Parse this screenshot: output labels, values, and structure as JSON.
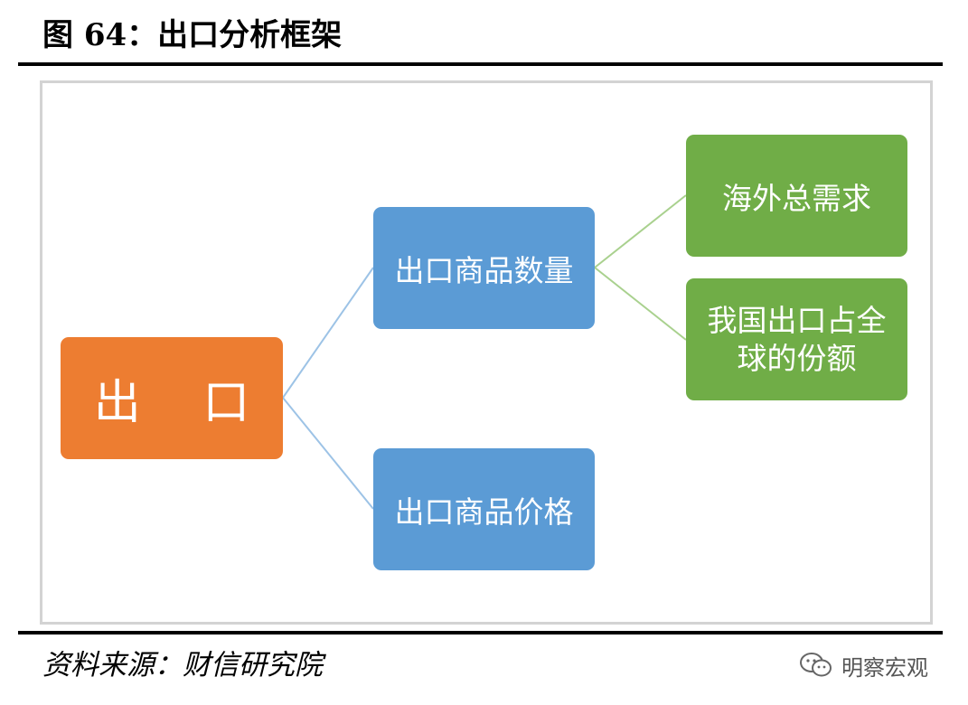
{
  "figure": {
    "title": "图 64：出口分析框架"
  },
  "diagram": {
    "root": {
      "label": "出 口",
      "color": "#ed7d31"
    },
    "level1": [
      {
        "label": "出口商品数量",
        "color": "#5b9bd5"
      },
      {
        "label": "出口商品价格",
        "color": "#5b9bd5"
      }
    ],
    "level2": [
      {
        "label": "海外总需求",
        "color": "#70ad47"
      },
      {
        "label": "我国出口占全球的份额",
        "color": "#70ad47"
      }
    ],
    "connector_colors": {
      "root_to_level1": "#9dc3e6",
      "level1_to_level2": "#a9d18e"
    }
  },
  "footer": {
    "source": "资料来源：财信研究院",
    "watermark": "明察宏观"
  }
}
